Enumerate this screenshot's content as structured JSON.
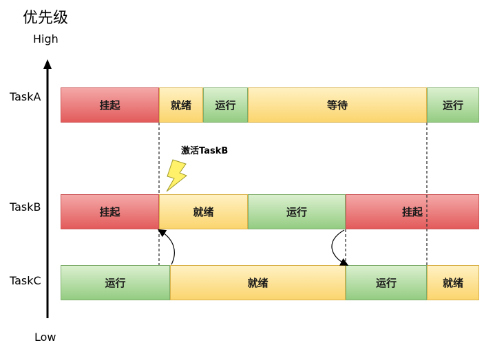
{
  "title": "优先级",
  "axis": {
    "high": "High",
    "low": "Low"
  },
  "tasks": [
    {
      "name": "TaskA",
      "segments": [
        {
          "label": "挂起",
          "state": "suspend"
        },
        {
          "label": "就绪",
          "state": "ready"
        },
        {
          "label": "运行",
          "state": "running"
        },
        {
          "label": "等待",
          "state": "ready"
        },
        {
          "label": "运行",
          "state": "running"
        }
      ]
    },
    {
      "name": "TaskB",
      "segments": [
        {
          "label": "挂起",
          "state": "suspend"
        },
        {
          "label": "就绪",
          "state": "ready"
        },
        {
          "label": "运行",
          "state": "running"
        },
        {
          "label": "挂起",
          "state": "suspend"
        }
      ]
    },
    {
      "name": "TaskC",
      "segments": [
        {
          "label": "运行",
          "state": "running"
        },
        {
          "label": "就绪",
          "state": "ready"
        },
        {
          "label": "运行",
          "state": "running"
        },
        {
          "label": "就绪",
          "state": "ready"
        }
      ]
    }
  ],
  "annotation": "激活TaskB",
  "colors": {
    "suspend": "#e35b5b",
    "ready": "#fbd56e",
    "running": "#94cc82"
  }
}
